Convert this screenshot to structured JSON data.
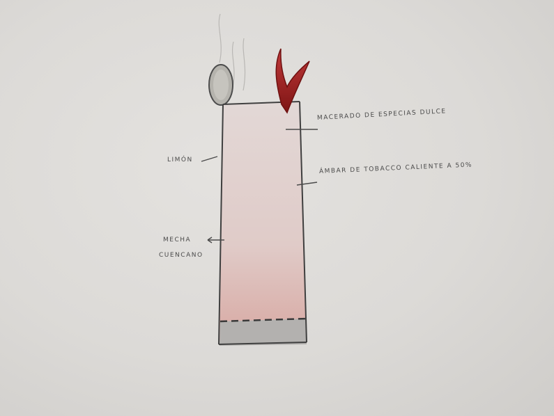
{
  "sketch": {
    "labels": {
      "macerado": "MACERADO DE ESPECIAS DULCE",
      "limon": "LIMÓN",
      "ambar": "ÁMBAR DE TOBACCO CALIENTE A 50%",
      "mecha_line1": "MECHA",
      "mecha_line2": "CUENCANO"
    },
    "colors": {
      "paper": "#dcdad7",
      "pencil": "#555555",
      "flame": "#9b1c1c",
      "wax_top": "#e3d5d2",
      "wax_bottom": "#d9aaa5",
      "base": "#a9a7a5"
    }
  }
}
